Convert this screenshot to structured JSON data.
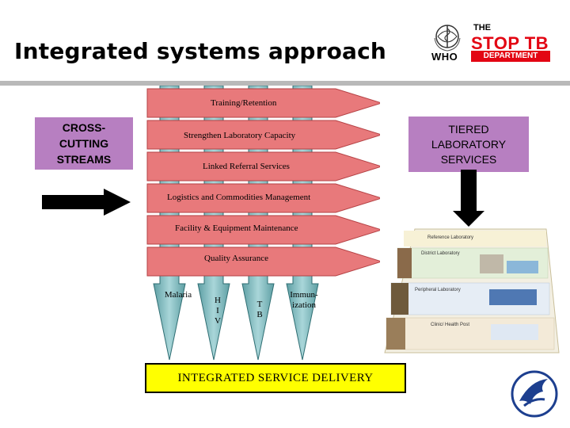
{
  "title": "Integrated systems approach",
  "logos": {
    "who_text": "WHO",
    "stoptb_the": "THE",
    "stoptb_name": "STOP TB",
    "stoptb_dept": "DEPARTMENT"
  },
  "left_box": "CROSS-\nCUTTING\nSTREAMS",
  "right_box": "TIERED\nLABORATORY\nSERVICES",
  "streams": [
    "Training/Retention",
    "Strengthen Laboratory Capacity",
    "Linked Referral Services",
    "Logistics and Commodities Management",
    "Facility & Equipment Maintenance",
    "Quality Assurance"
  ],
  "programs": [
    "Malaria",
    "H\nI\nV",
    "T\nB",
    "Immun-\nization"
  ],
  "delivery": "INTEGRATED SERVICE DELIVERY",
  "pyramid_levels": [
    "Reference Laboratory",
    "District Laboratory",
    "Peripheral Laboratory",
    "Clinic/ Health Post"
  ],
  "colors": {
    "stream_fill": "#e8797b",
    "program_fill": "#7fbcc0",
    "purple": "#b77fc1",
    "delivery_fill": "#ffff00"
  }
}
